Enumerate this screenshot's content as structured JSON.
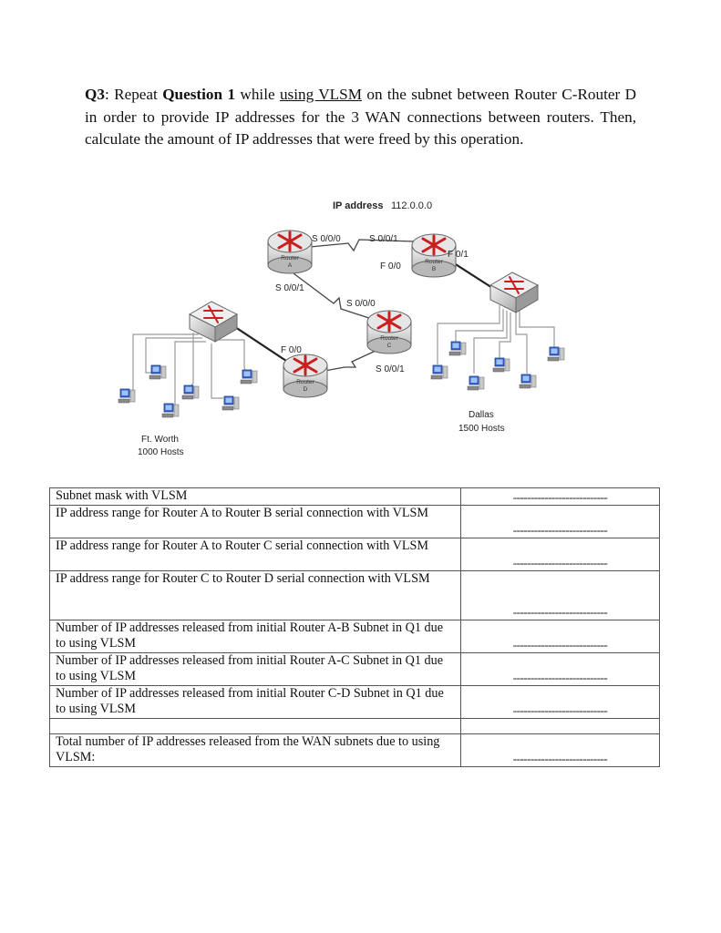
{
  "question": {
    "q_label": "Q3",
    "t1": ": Repeat ",
    "q_ref": "Question 1",
    "t2": " while ",
    "vlsm_link": "using VLSM",
    "t3": " on the subnet between Router C-Router D in order to provide IP addresses for the 3 WAN connections between routers. Then, calculate the amount of IP addresses that were freed by this operation."
  },
  "diagram": {
    "ip_label": "IP address",
    "ip_value": "112.0.0.0",
    "router_a": {
      "line1": "Router",
      "line2": "A"
    },
    "router_b": {
      "line1": "Router",
      "line2": "B"
    },
    "router_c": {
      "line1": "Router",
      "line2": "C"
    },
    "router_d": {
      "line1": "Router",
      "line2": "D"
    },
    "a_s000": "S 0/0/0",
    "b_s001": "S 0/0/1",
    "b_f00": "F 0/0",
    "b_f01": "F 0/1",
    "a_s001": "S 0/0/1",
    "c_s000": "S 0/0/0",
    "c_s001": "S 0/0/1",
    "d_f00": "F 0/0",
    "ftworth_name": "Ft. Worth",
    "ftworth_hosts": "1000 Hosts",
    "dallas_name": "Dallas",
    "dallas_hosts": "1500 Hosts"
  },
  "table": {
    "rows": [
      {
        "label": "Subnet mask with VLSM",
        "answer": "---------------------------"
      },
      {
        "label": "IP address range for Router A to Router B serial connection with VLSM",
        "answer": "---------------------------"
      },
      {
        "label": "IP address range for Router A to Router C serial connection with VLSM",
        "answer": "---------------------------"
      },
      {
        "label": "IP address range for Router C to Router D serial connection with VLSM",
        "answer": "---------------------------"
      },
      {
        "label": "Number of IP addresses released from initial Router A-B Subnet in Q1 due to using VLSM",
        "answer": "---------------------------"
      },
      {
        "label": "Number of IP addresses released from initial Router A-C Subnet in Q1 due to using VLSM",
        "answer": "---------------------------"
      },
      {
        "label": "Number of IP addresses released from initial Router C-D Subnet in Q1 due to using VLSM",
        "answer": "---------------------------"
      },
      {
        "label": "",
        "answer": ""
      },
      {
        "label": "Total number of IP addresses released from the WAN subnets due to using VLSM:",
        "answer": "---------------------------"
      }
    ]
  }
}
